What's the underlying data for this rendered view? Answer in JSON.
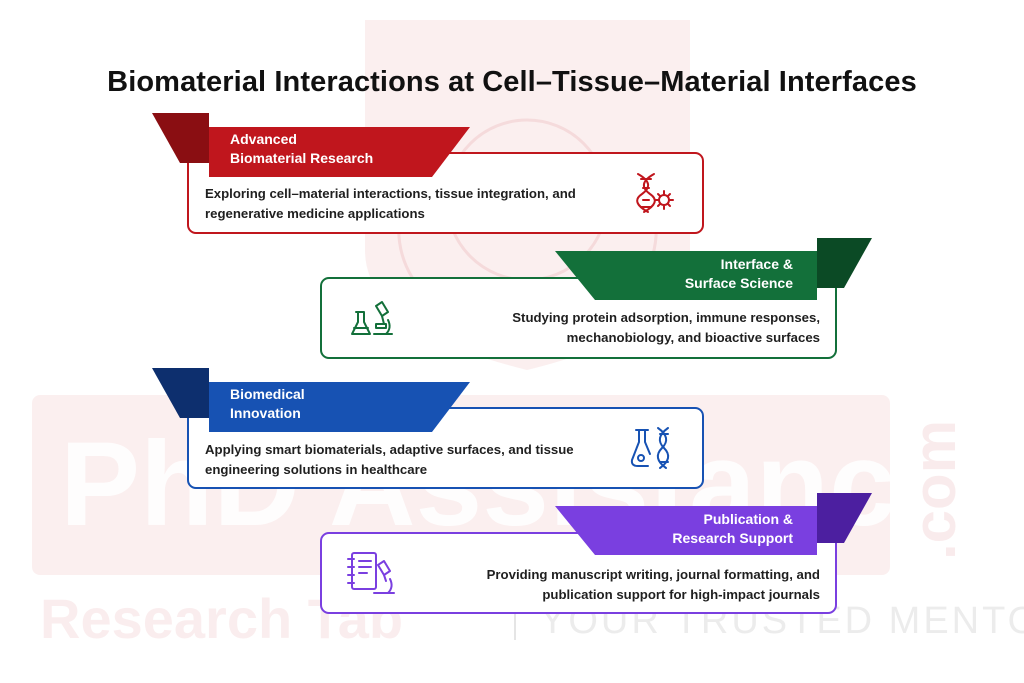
{
  "title": "Biomaterial Interactions at Cell–Tissue–Material Interfaces",
  "watermark": {
    "brand": "PhD Assistance",
    "domain": ".com",
    "tagline_left": "Research Tab",
    "tagline_right": "YOUR TRUSTED MENTOR"
  },
  "colors": {
    "red": "#c0161d",
    "red_dark": "#8a0e12",
    "green": "#13703a",
    "green_dark": "#0b4a25",
    "blue": "#1752b3",
    "blue_dark": "#0d2f6e",
    "purple": "#7a3fe0",
    "purple_dark": "#4c1fa0"
  },
  "items": [
    {
      "title_line1": "Advanced",
      "title_line2": "Biomaterial Research",
      "desc_line1": "Exploring cell–material interactions, tissue integration, and",
      "desc_line2": "regenerative medicine applications",
      "icon": "dna-gear-icon"
    },
    {
      "title_line1": "Interface &",
      "title_line2": "Surface Science",
      "desc_line1": "Studying protein adsorption, immune responses,",
      "desc_line2": "mechanobiology, and bioactive surfaces",
      "icon": "lab-flask-microscope-icon"
    },
    {
      "title_line1": "Biomedical",
      "title_line2": "Innovation",
      "desc_line1": "Applying smart biomaterials, adaptive surfaces, and tissue",
      "desc_line2": "engineering solutions in healthcare",
      "icon": "flask-dna-icon"
    },
    {
      "title_line1": "Publication &",
      "title_line2": "Research Support",
      "desc_line1": "Providing manuscript writing, journal formatting, and",
      "desc_line2": "publication support for high-impact journals",
      "icon": "notebook-microscope-icon"
    }
  ]
}
